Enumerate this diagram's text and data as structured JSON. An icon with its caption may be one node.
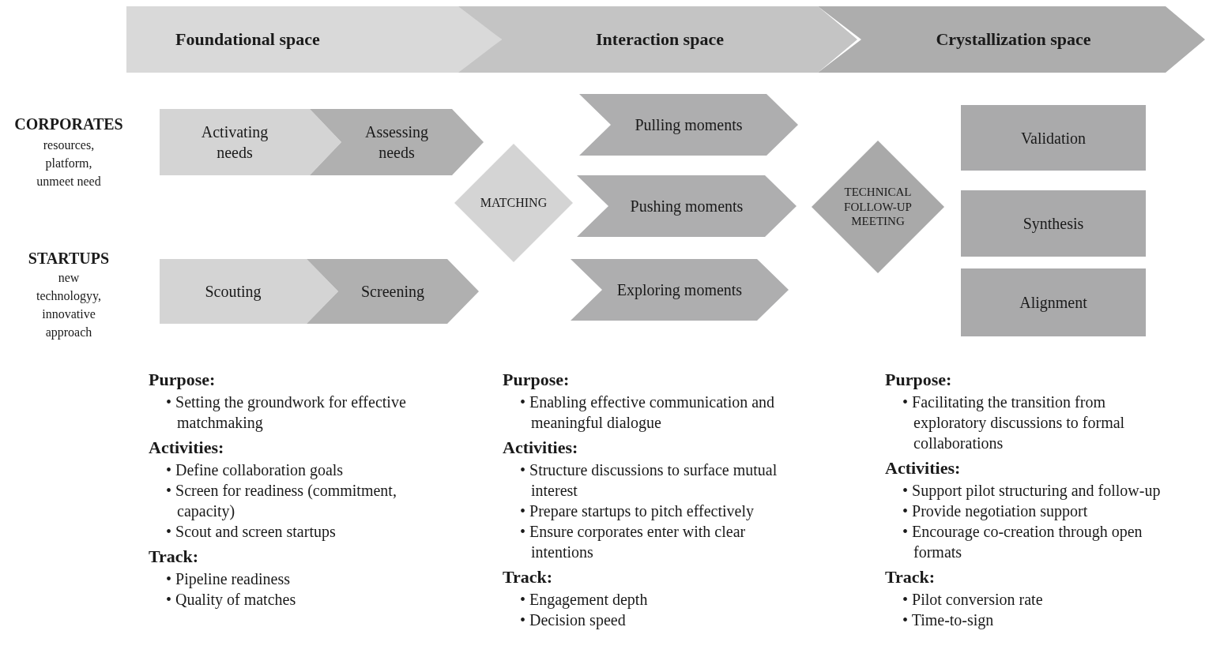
{
  "diagram": {
    "nodes": [
      {
        "text": [
          "Foundational space"
        ]
      },
      {
        "text": [
          "Interaction space"
        ]
      },
      {
        "text": [
          "Crystallization space"
        ]
      },
      {
        "text": [
          "Activating needs"
        ]
      },
      {
        "text": [
          "Assessing needs"
        ]
      },
      {
        "text": [
          "Scouting"
        ]
      },
      {
        "text": [
          "Screening"
        ]
      },
      {
        "text": [
          "MATCHING"
        ]
      },
      {
        "text": [
          "Pulling moments"
        ]
      },
      {
        "text": [
          "Pushing moments"
        ]
      },
      {
        "text": [
          "Exploring moments"
        ]
      },
      {
        "text": [
          "TECHNICAL FOLLOW-UP MEETING"
        ]
      },
      {
        "text": [
          "Validation"
        ]
      },
      {
        "text": [
          "Synthesis"
        ]
      },
      {
        "text": [
          "Alignment"
        ]
      }
    ],
    "labels": [
      "CORPORATES",
      "resources, platform, unmeet need",
      "STARTUPS",
      "new technologyy, innovative approach",
      "Purpose:",
      "• Setting the groundwork for effective matchmaking",
      "Activities:",
      "• Define collaboration goals",
      "• Screen for readiness (commitment, capacity)",
      "• Scout and screen startups",
      "Track:",
      "• Pipeline readiness",
      "• Quality of matches",
      "Purpose:",
      "• Enabling effective communication and meaningful dialogue",
      "Activities:",
      "• Structure discussions to surface mutual interest",
      "• Prepare startups to pitch effectively",
      "• Ensure corporates enter with clear intentions",
      "Track:",
      "• Engagement depth",
      "• Decision speed",
      "Purpose:",
      "• Facilitating the transition from exploratory discussions to formal collaborations",
      "Activities:",
      "• Support pilot structuring and follow-up",
      "• Provide negotiation support",
      "• Encourage co-creation through open formats",
      "Track:",
      "• Pilot conversion rate",
      "• Time-to-sign"
    ]
  }
}
